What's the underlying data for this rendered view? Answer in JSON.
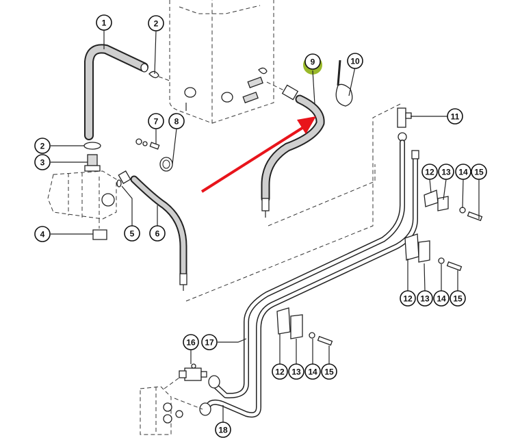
{
  "diagram": {
    "type": "exploded-parts-diagram",
    "subject": "hydraulic hoses and lines assembly",
    "highlight_color": "#9ab92a",
    "arrow_color": "#e8141b",
    "highlighted_part": "9",
    "callouts": [
      {
        "id": "c1",
        "label": "1",
        "part": "hose"
      },
      {
        "id": "c2a",
        "label": "2",
        "part": "hose clamp"
      },
      {
        "id": "c2b",
        "label": "2",
        "part": "hose clamp"
      },
      {
        "id": "c3",
        "label": "3",
        "part": "fitting"
      },
      {
        "id": "c4",
        "label": "4",
        "part": "flange"
      },
      {
        "id": "c5",
        "label": "5",
        "part": "o-ring"
      },
      {
        "id": "c6",
        "label": "6",
        "part": "hose"
      },
      {
        "id": "c7",
        "label": "7",
        "part": "bolt"
      },
      {
        "id": "c8",
        "label": "8",
        "part": "clip"
      },
      {
        "id": "c9",
        "label": "9",
        "part": "hose (highlighted)"
      },
      {
        "id": "c10",
        "label": "10",
        "part": "cable tie"
      },
      {
        "id": "c11",
        "label": "11",
        "part": "tee fitting"
      },
      {
        "id": "c12a",
        "label": "12",
        "part": "clamp block"
      },
      {
        "id": "c13a",
        "label": "13",
        "part": "clamp plate"
      },
      {
        "id": "c14a",
        "label": "14",
        "part": "nut"
      },
      {
        "id": "c15a",
        "label": "15",
        "part": "bolt"
      },
      {
        "id": "c12b",
        "label": "12",
        "part": "clamp block"
      },
      {
        "id": "c13b",
        "label": "13",
        "part": "clamp plate"
      },
      {
        "id": "c14b",
        "label": "14",
        "part": "nut"
      },
      {
        "id": "c15b",
        "label": "15",
        "part": "bolt"
      },
      {
        "id": "c12c",
        "label": "12",
        "part": "clamp block"
      },
      {
        "id": "c13c",
        "label": "13",
        "part": "clamp plate"
      },
      {
        "id": "c14c",
        "label": "14",
        "part": "nut"
      },
      {
        "id": "c15c",
        "label": "15",
        "part": "bolt"
      },
      {
        "id": "c16",
        "label": "16",
        "part": "tee fitting"
      },
      {
        "id": "c17",
        "label": "17",
        "part": "tube"
      },
      {
        "id": "c18",
        "label": "18",
        "part": "tube"
      }
    ]
  }
}
